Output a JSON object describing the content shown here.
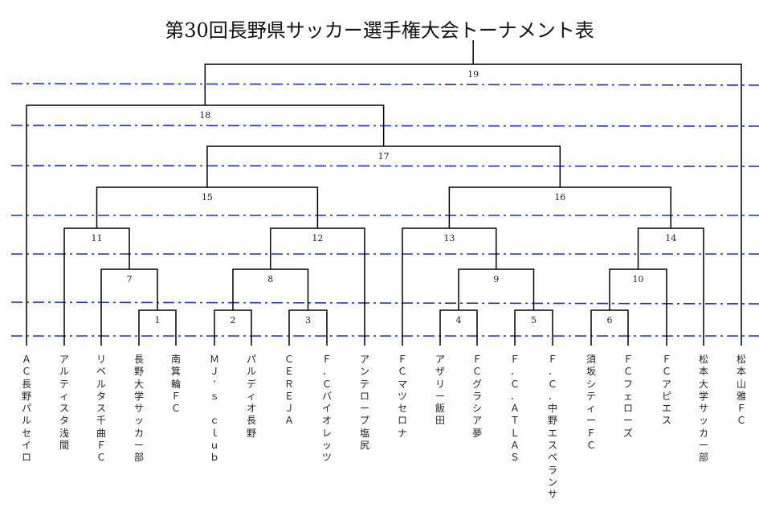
{
  "title": "第30回長野県サッカー選手権大会トーナメント表",
  "teams": [
    "ＡＣ長野パルセイロ",
    "アルティスタ浅間",
    "リベルタス千曲ＦＣ",
    "長野大学サッカー部",
    "南箕輪ＦＣ",
    "ＭＪ’ｓ　ｃｌｕｂ",
    "パルディオ長野",
    "ＣＥＲＥＪＡ",
    "Ｆ．Ｃバイオレッツ",
    "アンテロープ塩尻",
    "ＦＣマツセロナ",
    "アザリー飯田",
    "ＦＣグラシア夢",
    "Ｆ．Ｃ．ＡＴＬＡＳ",
    "Ｆ．Ｃ．中野エスペランサ",
    "須坂シティーＦＣ",
    "ＦＣフェローズ",
    "ＦＣアピエス",
    "松本大学サッカー部",
    "松本山雅ＦＣ"
  ],
  "matches": [
    "1",
    "2",
    "3",
    "4",
    "5",
    "6",
    "7",
    "8",
    "9",
    "10",
    "11",
    "12",
    "13",
    "14",
    "15",
    "16",
    "17",
    "18",
    "19"
  ],
  "colors": {
    "bracket_line": "#000000",
    "round_divider": "#1a2fd6",
    "text": "#222222"
  }
}
